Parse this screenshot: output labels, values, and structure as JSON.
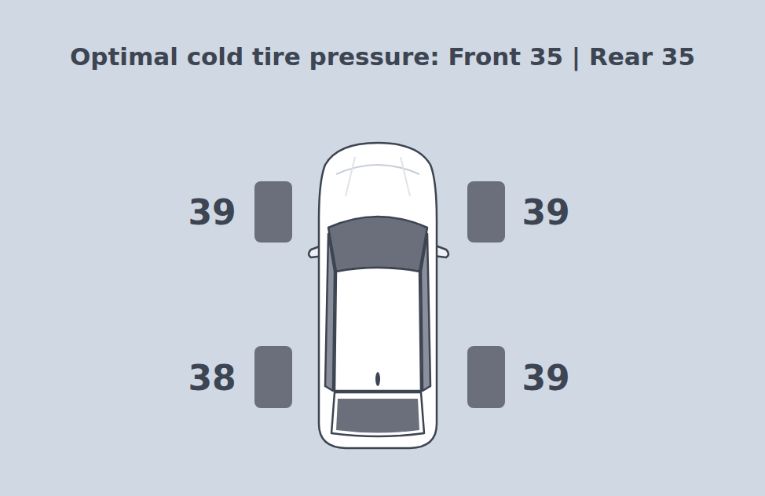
{
  "diagram": {
    "title": "Optimal cold tire pressure: Front 35 | Rear 35",
    "labels": [
      "39",
      "39",
      "38",
      "39"
    ]
  }
}
